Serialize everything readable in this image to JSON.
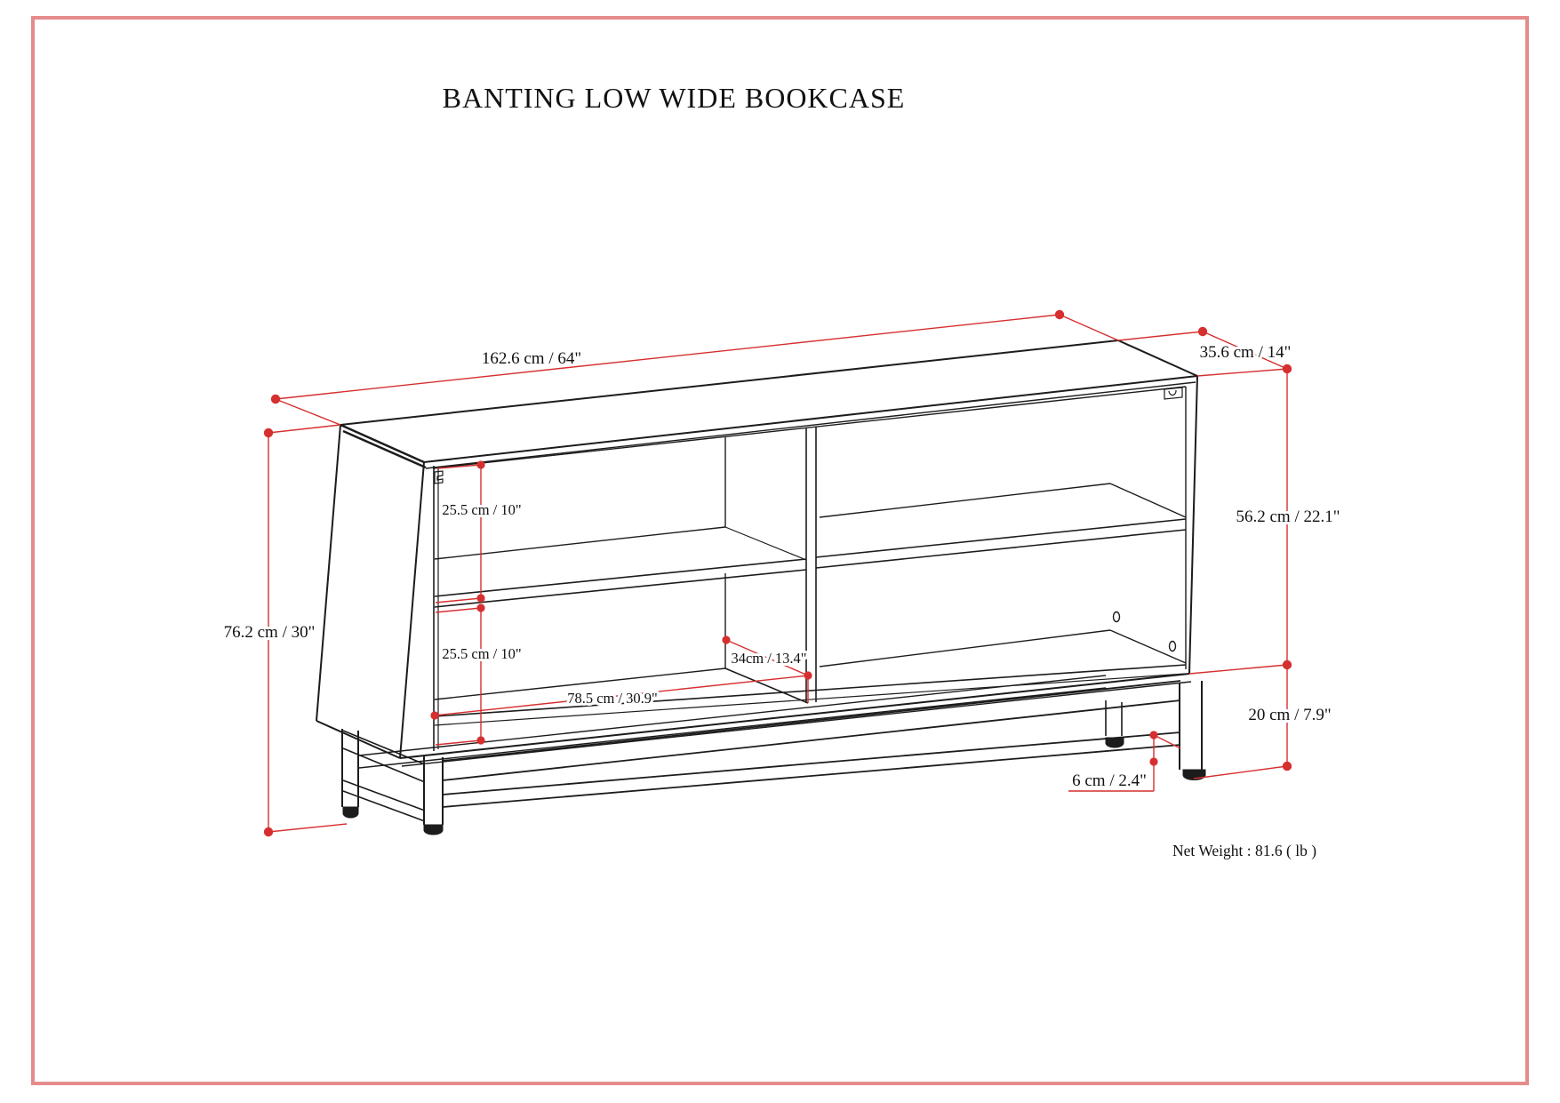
{
  "page": {
    "title": "BANTING LOW WIDE BOOKCASE",
    "net_weight": "Net Weight : 81.6 ( lb )"
  },
  "colors": {
    "dimension_red": "#d62f2f",
    "page_border_pink": "#e58b8c",
    "line_black": "#1c1c1c"
  },
  "dimensions": {
    "overall_width": "162.6 cm / 64\"",
    "overall_depth": "35.6 cm / 14\"",
    "overall_height": "76.2 cm / 30\"",
    "cabinet_height": "56.2 cm / 22.1\"",
    "base_height": "20 cm / 7.9\"",
    "foot_height": "6 cm / 2.4\"",
    "upper_opening_height": "25.5 cm / 10\"",
    "lower_opening_height": "25.5 cm / 10\"",
    "opening_width": "78.5 cm / 30.9\"",
    "opening_depth": "34cm / 13.4\""
  }
}
